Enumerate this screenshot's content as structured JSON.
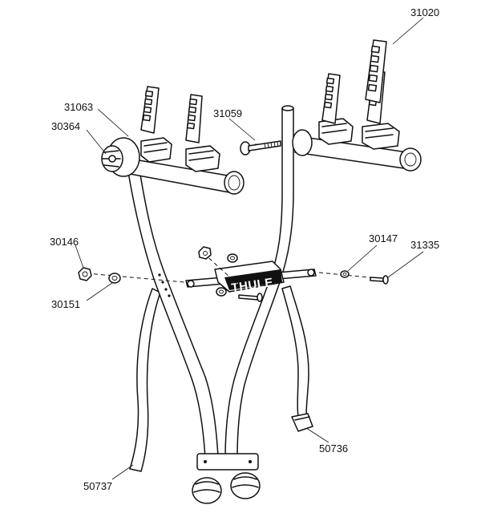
{
  "brand": {
    "logo_text": "THULE"
  },
  "part_numbers": [
    {
      "id": "31020",
      "label": "31020"
    },
    {
      "id": "31063",
      "label": "31063"
    },
    {
      "id": "30364",
      "label": "30364"
    },
    {
      "id": "31059",
      "label": "31059"
    },
    {
      "id": "30146",
      "label": "30146"
    },
    {
      "id": "30151",
      "label": "30151"
    },
    {
      "id": "30147",
      "label": "30147"
    },
    {
      "id": "31335",
      "label": "31335"
    },
    {
      "id": "50736",
      "label": "50736"
    },
    {
      "id": "50737",
      "label": "50737"
    }
  ]
}
